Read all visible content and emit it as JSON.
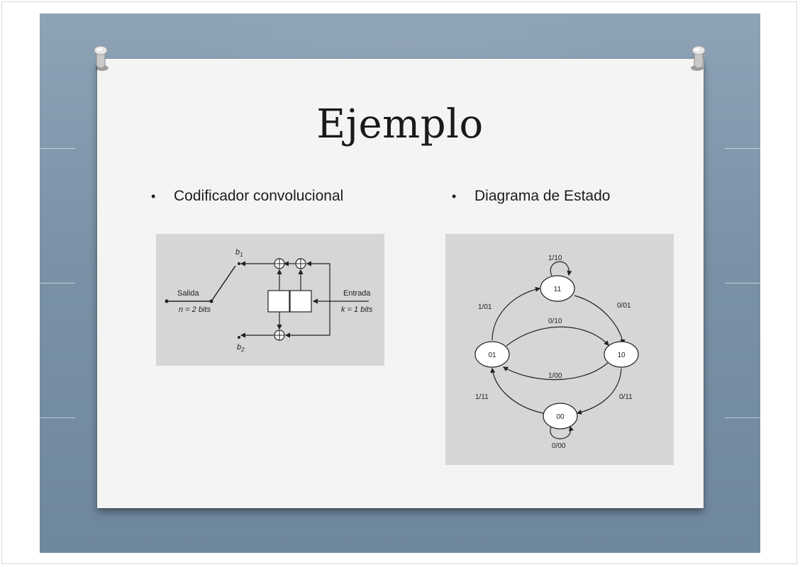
{
  "slide": {
    "title": "Ejemplo",
    "bullets": [
      {
        "text": "Codificador convolucional"
      },
      {
        "text": "Diagrama de Estado"
      }
    ]
  },
  "encoder_diagram": {
    "b1": "b",
    "b1_sub": "1",
    "b2": "b",
    "b2_sub": "2",
    "salida": "Salida",
    "n_bits": "n = 2 bits",
    "entrada": "Entrada",
    "k_bits": "k = 1 bits"
  },
  "state_diagram": {
    "states": [
      "11",
      "01",
      "10",
      "00"
    ],
    "transitions": [
      "1/10",
      "1/01",
      "0/01",
      "0/10",
      "1/00",
      "1/11",
      "0/11",
      "0/00"
    ]
  },
  "colors": {
    "board": "#7a91a6",
    "paper": "#f4f4f3",
    "figure_bg": "#d6d6d6"
  }
}
